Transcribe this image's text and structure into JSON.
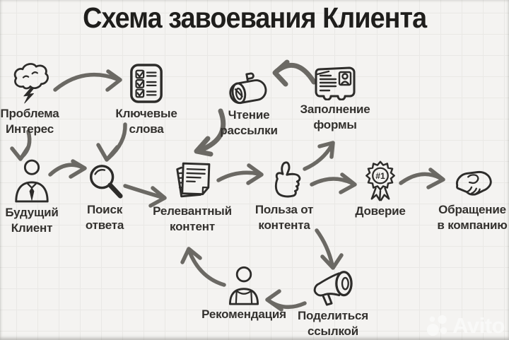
{
  "title": "Схема завоевания Клиента",
  "watermark": {
    "brand": "Avito"
  },
  "colors": {
    "background": "#f4f3f1",
    "grid_line": "#e9e8e5",
    "ink": "#2d2c2a",
    "arrow": "#6b6964",
    "label": "#33312e"
  },
  "nodes": {
    "problem": {
      "icon": "storm-cloud-icon",
      "label_line1": "Проблема",
      "label_line2": "Интерес"
    },
    "keywords": {
      "icon": "checklist-icon",
      "label_line1": "Ключевые",
      "label_line2": "слова"
    },
    "newsletter": {
      "icon": "mailbox-icon",
      "label_line1": "Чтение",
      "label_line2": "рассылки"
    },
    "form": {
      "icon": "id-card-icon",
      "label_line1": "Заполнение",
      "label_line2": "формы"
    },
    "future_client": {
      "icon": "person-tie-icon",
      "label_line1": "Будущий",
      "label_line2": "Клиент"
    },
    "search": {
      "icon": "magnifier-icon",
      "label_line1": "Поиск",
      "label_line2": "ответа"
    },
    "content": {
      "icon": "documents-icon",
      "label_line1": "Релевантный",
      "label_line2": "контент"
    },
    "benefit": {
      "icon": "thumbs-up-icon",
      "label_line1": "Польза от",
      "label_line2": "контента"
    },
    "trust": {
      "icon": "medal-icon",
      "label_line1": "Доверие",
      "badge_text": "#1"
    },
    "contact": {
      "icon": "handshake-icon",
      "label_line1": "Обращение",
      "label_line2": "в компанию"
    },
    "recommendation": {
      "icon": "person-icon",
      "label_line1": "Рекомендация"
    },
    "share": {
      "icon": "megaphone-icon",
      "label_line1": "Поделиться",
      "label_line2": "ссылкой"
    }
  },
  "edges": [
    {
      "from": "problem",
      "to": "keywords"
    },
    {
      "from": "problem",
      "to": "future_client"
    },
    {
      "from": "keywords",
      "to": "search"
    },
    {
      "from": "form",
      "to": "newsletter"
    },
    {
      "from": "newsletter",
      "to": "content"
    },
    {
      "from": "future_client",
      "to": "search"
    },
    {
      "from": "search",
      "to": "content"
    },
    {
      "from": "content",
      "to": "benefit"
    },
    {
      "from": "benefit",
      "to": "form"
    },
    {
      "from": "benefit",
      "to": "trust"
    },
    {
      "from": "trust",
      "to": "contact"
    },
    {
      "from": "benefit",
      "to": "share"
    },
    {
      "from": "share",
      "to": "recommendation"
    },
    {
      "from": "recommendation",
      "to": "content"
    }
  ]
}
